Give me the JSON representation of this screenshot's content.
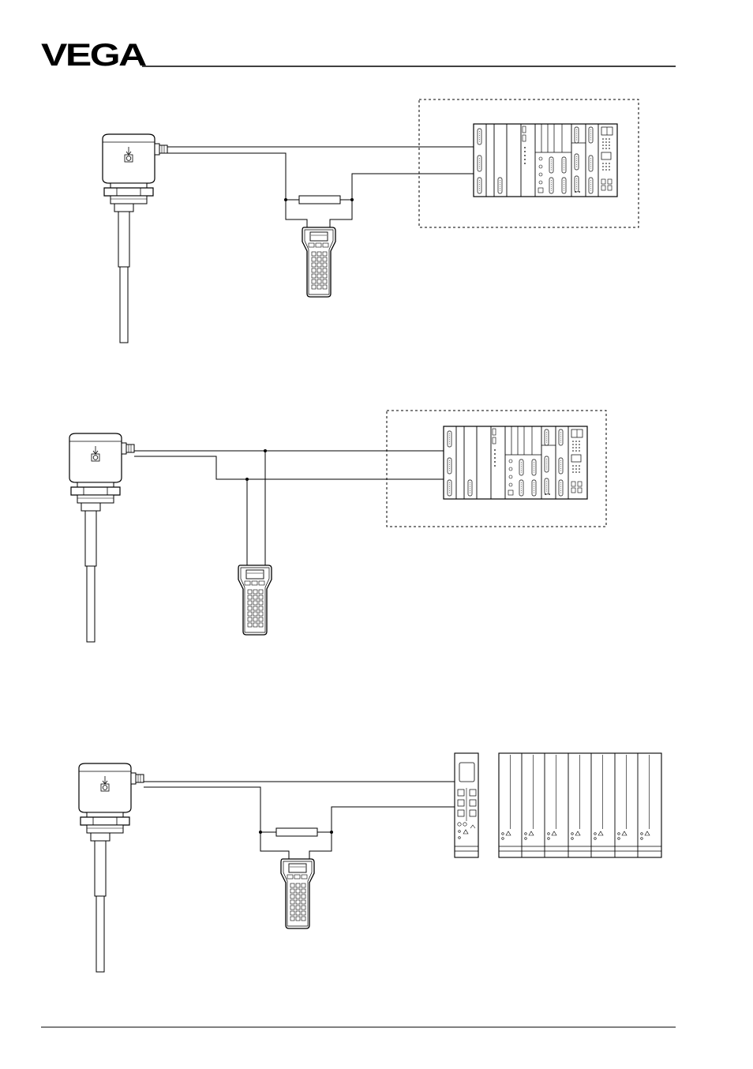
{
  "header": {
    "logo_text": "VEGA"
  },
  "diagrams": [
    {
      "id": "diagram-1",
      "topology": "sensor-resistor-handheld-plc"
    },
    {
      "id": "diagram-2",
      "topology": "sensor-handheld-plc"
    },
    {
      "id": "diagram-3",
      "topology": "sensor-resistor-handheld-signal-conditioner"
    }
  ]
}
